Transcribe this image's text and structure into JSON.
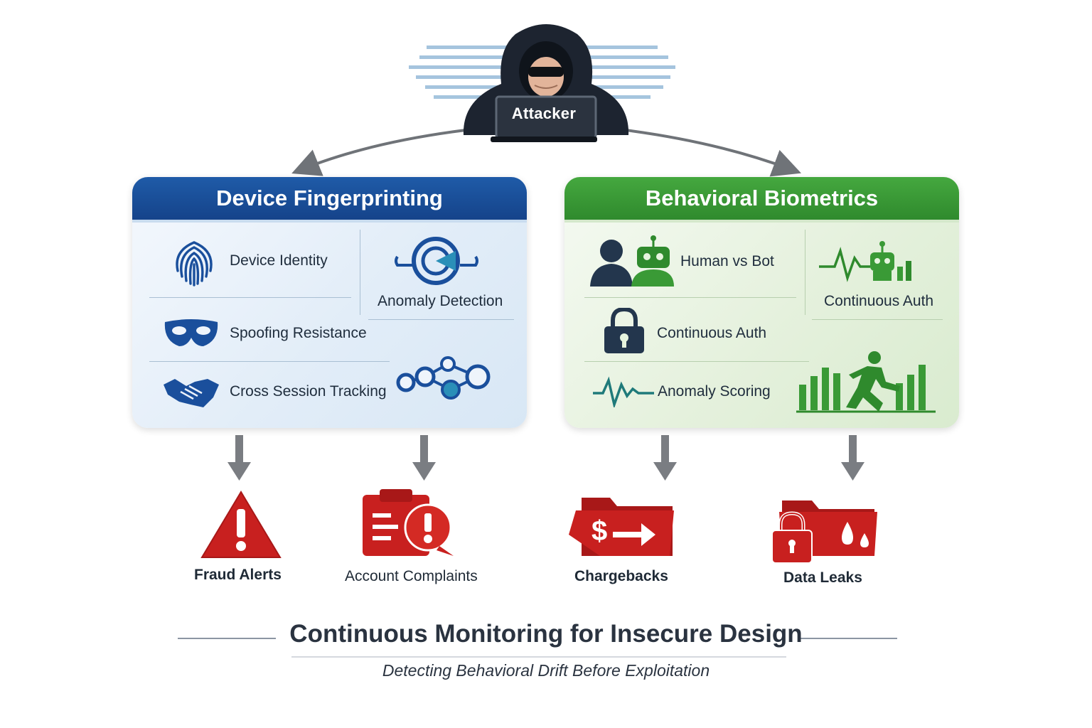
{
  "attacker": {
    "label": "Attacker"
  },
  "panels": {
    "device": {
      "title": "Device Fingerprinting",
      "items": {
        "identity": "Device Identity",
        "anomaly": "Anomaly Detection",
        "spoofing": "Spoofing Resistance",
        "tracking": "Cross Session Tracking"
      }
    },
    "behavioral": {
      "title": "Behavioral Biometrics",
      "items": {
        "human_bot": "Human vs Bot",
        "cont_auth_top": "Continuous Auth",
        "cont_auth": "Continuous Auth",
        "scoring": "Anomaly Scoring"
      }
    }
  },
  "outcomes": [
    "Fraud Alerts",
    "Account Complaints",
    "Chargebacks",
    "Data Leaks"
  ],
  "footer": {
    "title": "Continuous Monitoring for Insecure Design",
    "subtitle": "Detecting Behavioral Drift Before Exploitation"
  },
  "colors": {
    "device_accent": "#1a4f9c",
    "behavioral_accent": "#3a9a36",
    "outcome_red": "#c8201f",
    "arrow_gray": "#7a7d82"
  }
}
